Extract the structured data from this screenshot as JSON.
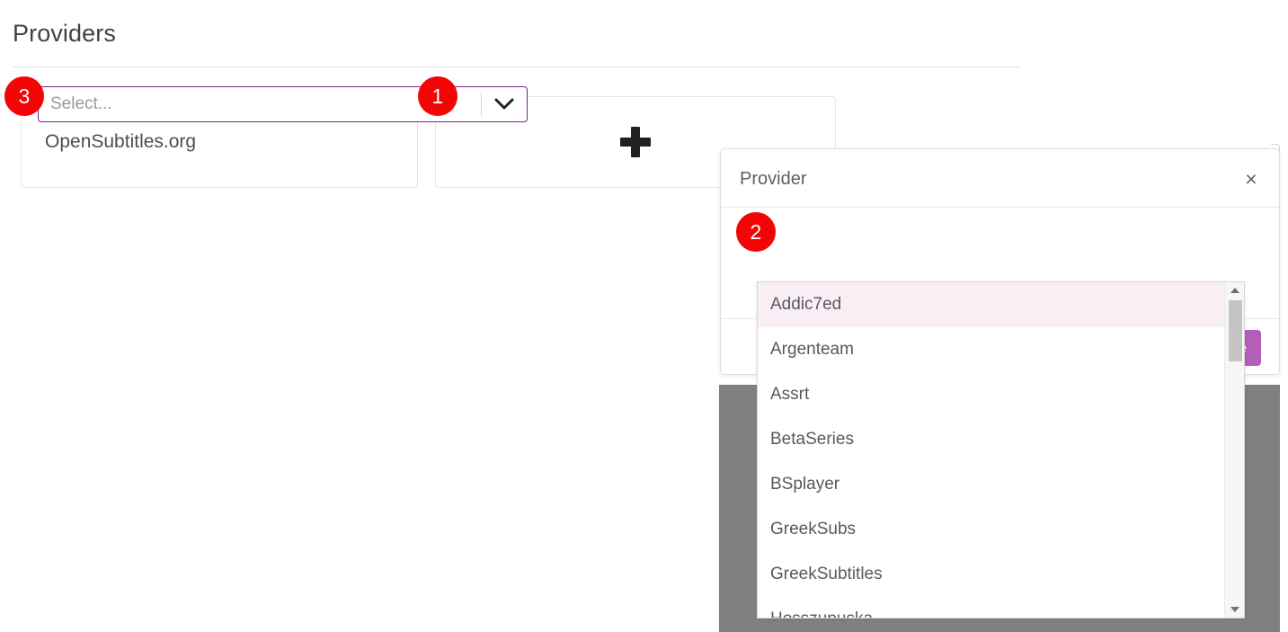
{
  "page": {
    "title": "Providers"
  },
  "providers": {
    "cards": [
      {
        "label": "OpenSubtitles.org",
        "type": "provider"
      },
      {
        "label": "",
        "type": "add",
        "icon": "plus-icon"
      }
    ]
  },
  "modal": {
    "title": "Provider",
    "close_icon": "close-icon",
    "close_label": "×",
    "save_label": "Save",
    "select": {
      "placeholder": "Select...",
      "value": "",
      "arrow_icon": "chevron-down-icon",
      "border_color": "#7b1f8e"
    }
  },
  "dropdown": {
    "highlighted_index": 0,
    "highlight_color": "#faeef5",
    "options": [
      "Addic7ed",
      "Argenteam",
      "Assrt",
      "BetaSeries",
      "BSplayer",
      "GreekSubs",
      "GreekSubtitles",
      "Hosszupuska"
    ],
    "scrollbar": {
      "up_icon": "scroll-up-arrow-icon",
      "down_icon": "scroll-down-arrow-icon"
    }
  },
  "annotations": {
    "badges": [
      {
        "number": "1",
        "target": "add-provider-card"
      },
      {
        "number": "2",
        "target": "provider-select"
      },
      {
        "number": "3",
        "target": "opensubtitles-card"
      }
    ],
    "color": "#f20505"
  }
}
